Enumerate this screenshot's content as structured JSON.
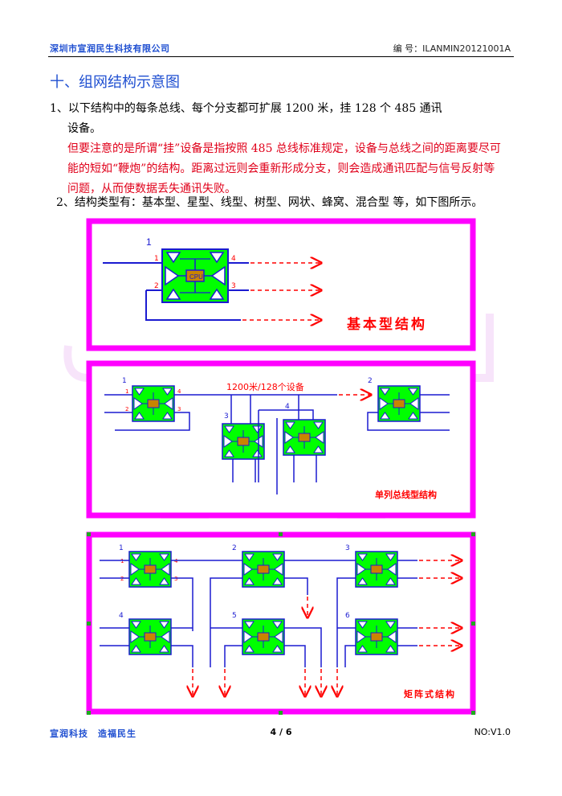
{
  "header": {
    "company": "深圳市宣润民生科技有限公司",
    "doc_number": "编 号：ILANMIN20121001A"
  },
  "section": {
    "title": "十、组网结构示意图"
  },
  "body": {
    "para1_line1": "1、以下结构中的每条总线、每个分支都可扩展 1200 米，挂 128 个 485 通讯",
    "para1_line2": "设备。",
    "warning_line1": "但要注意的是所谓“挂”设备是指按照 485 总线标准规定，设备与总线之间的距离要尽可",
    "warning_line2": "能的短如“鞭炮”的结构。距离过远则会重新形成分支，则会造成通讯匹配与信号反射等",
    "warning_line3": "问题，从而使数据丢失通讯失败。",
    "para2": "2、结构类型有：基本型、星型、线型、树型、网状、蜂窝、混合型 等，如下图所示。"
  },
  "diagrams": {
    "basic": {
      "caption": "基本型结构",
      "node_label": "1",
      "cpu": "CPU",
      "ports": [
        "1",
        "2",
        "3",
        "4"
      ]
    },
    "line": {
      "caption": "单列总线型结构",
      "bus_label": "1200米/128个设备",
      "nodes": [
        "1",
        "2",
        "3",
        "4"
      ],
      "ports": [
        "1",
        "2",
        "3",
        "4"
      ]
    },
    "matrix": {
      "caption": "矩阵式结构",
      "nodes": [
        "1",
        "2",
        "3",
        "4",
        "5",
        "6"
      ],
      "ports": [
        "1",
        "2",
        "3",
        "4"
      ]
    }
  },
  "footer": {
    "slogan": "宣润科技　造福民生",
    "page": "4 / 6",
    "version": "NO:V1.0"
  },
  "colors": {
    "frame": "#ff00ff",
    "node_fill": "#00ff00",
    "node_border": "#1b1bd1",
    "arrow": "#ff0000",
    "title_blue": "#1f4fd1",
    "warning_red": "#e0001a"
  }
}
